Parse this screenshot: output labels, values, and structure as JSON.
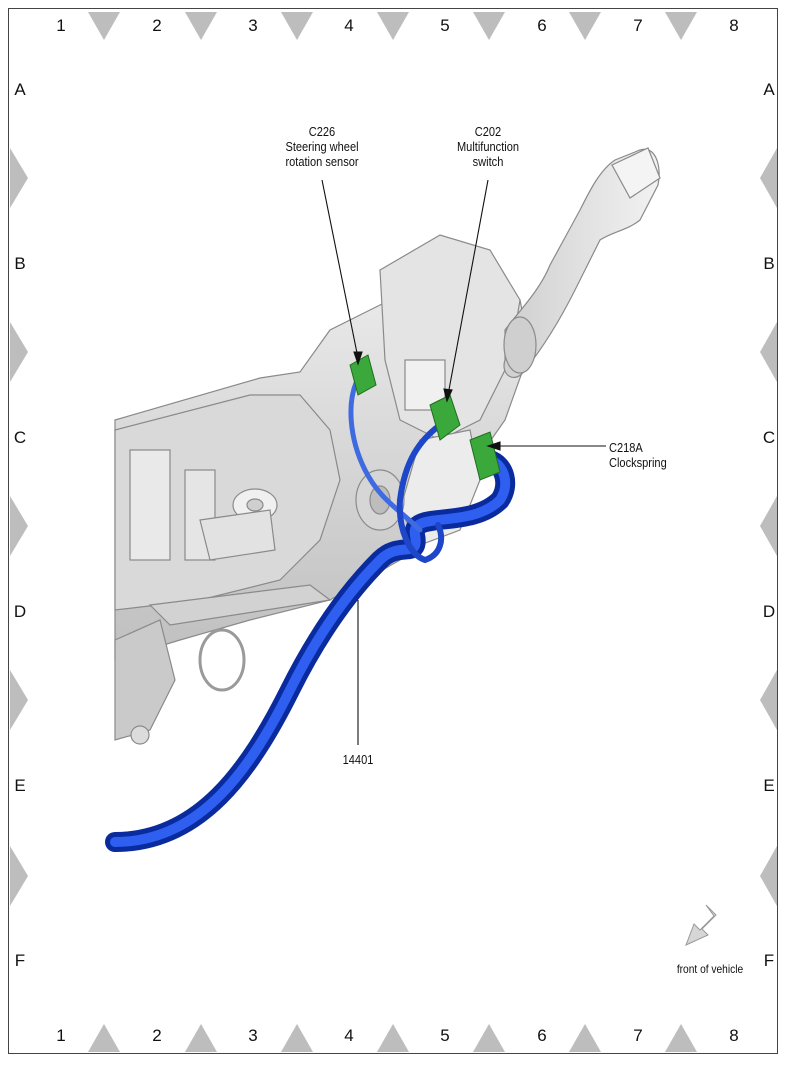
{
  "grid": {
    "columns": [
      "1",
      "2",
      "3",
      "4",
      "5",
      "6",
      "7",
      "8"
    ],
    "rows": [
      "A",
      "B",
      "C",
      "D",
      "E",
      "F"
    ]
  },
  "callouts": {
    "c226": {
      "code": "C226",
      "line1": "Steering wheel",
      "line2": "rotation sensor"
    },
    "c202": {
      "code": "C202",
      "line1": "Multifunction",
      "line2": "switch"
    },
    "c218a": {
      "code": "C218A",
      "line1": "Clockspring"
    },
    "harness": {
      "code": "14401"
    }
  },
  "direction": {
    "label": "front of vehicle",
    "icon": "arrow-icon"
  },
  "colors": {
    "harness": "#1a3fd0",
    "connector": "#3aa83a",
    "component": "#d6d6d6",
    "marker": "#bdbdbd"
  }
}
